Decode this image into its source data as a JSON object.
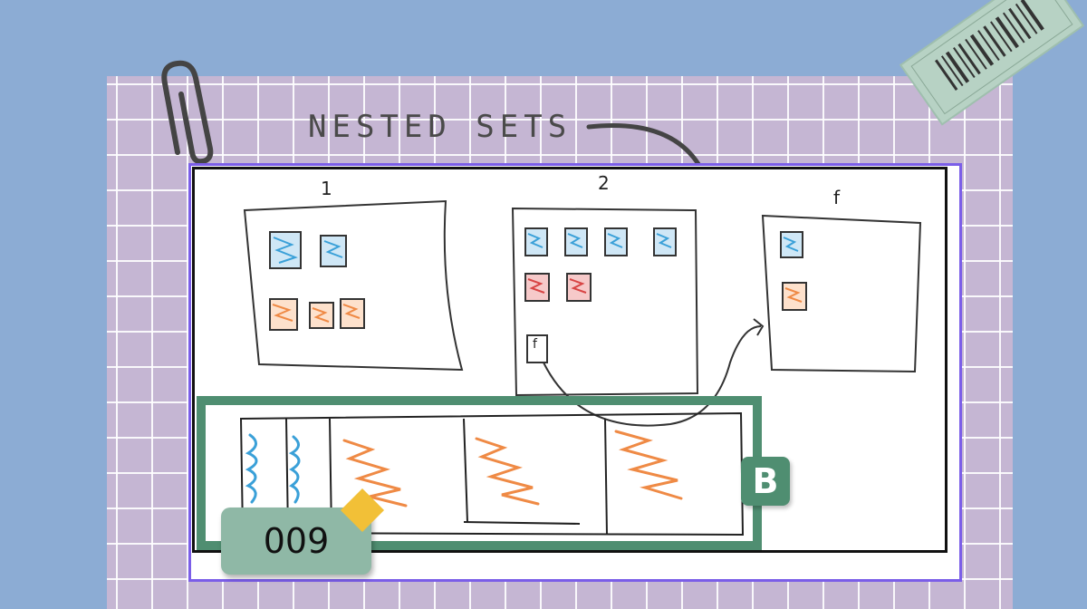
{
  "header": {
    "title": "NESTED SETS"
  },
  "diagram": {
    "box_labels": [
      "1",
      "2",
      "f"
    ],
    "inner_label": "f"
  },
  "badges": {
    "letter": "B",
    "number": "009"
  },
  "colors": {
    "background": "#8cacd4",
    "grid_paper": "#c5b6d3",
    "accent_green": "#4f8e71",
    "diamond": "#f2c037",
    "board_border": "#7b5ee8"
  }
}
